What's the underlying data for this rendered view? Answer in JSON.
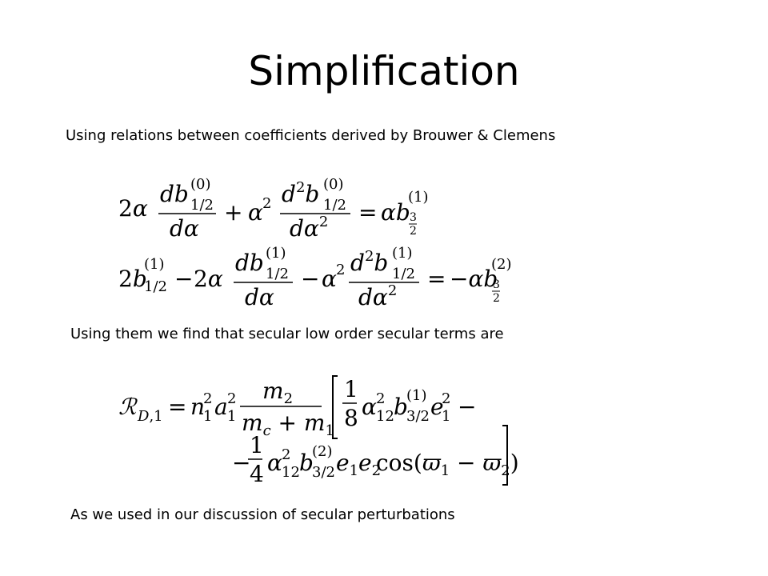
{
  "slide": {
    "title": "Simplification",
    "intro_text": "Using relations between coefficients derived by Brouwer & Clemens",
    "middle_text": "Using them we find that secular low order secular terms are",
    "closing_text": "As we used in our discussion of secular perturbations"
  }
}
